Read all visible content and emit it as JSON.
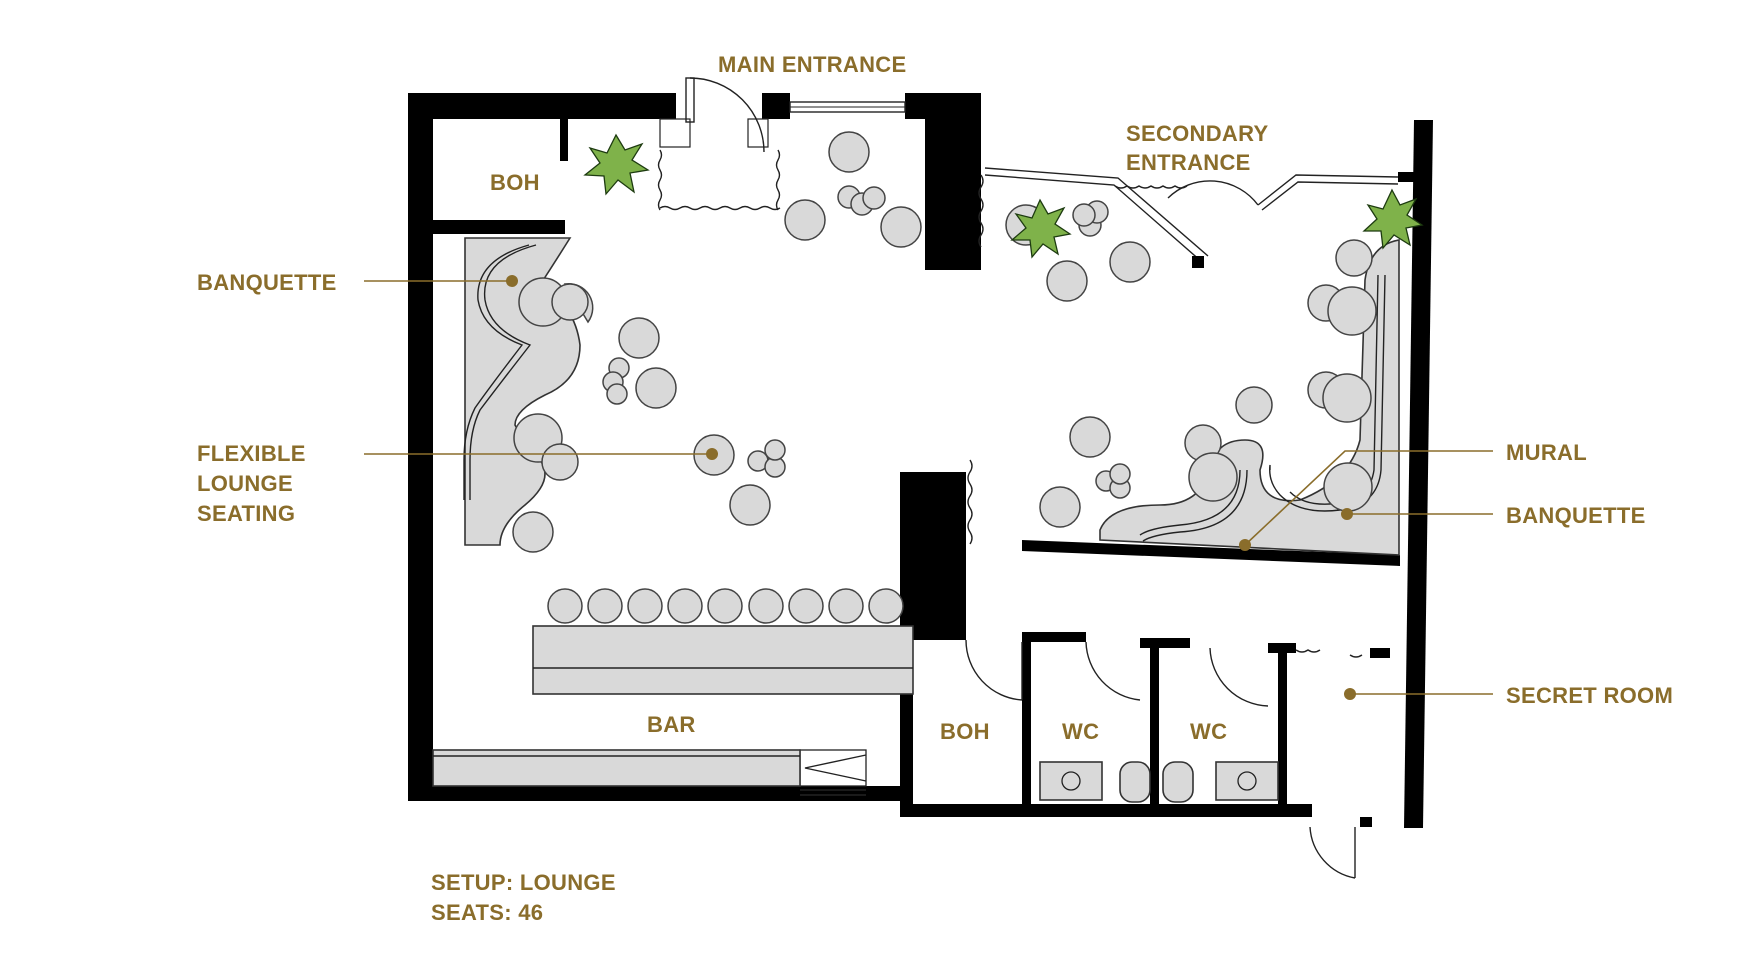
{
  "labels": {
    "main_entrance": "MAIN ENTRANCE",
    "secondary_entrance_1": "SECONDARY",
    "secondary_entrance_2": "ENTRANCE",
    "boh_top": "BOH",
    "banquette_left": "BANQUETTE",
    "flexible_1": "FLEXIBLE",
    "flexible_2": "LOUNGE",
    "flexible_3": "SEATING",
    "mural": "MURAL",
    "banquette_right": "BANQUETTE",
    "secret_room": "SECRET ROOM",
    "bar": "BAR",
    "boh_bottom": "BOH",
    "wc_1": "WC",
    "wc_2": "WC"
  },
  "footer": {
    "setup": "SETUP: LOUNGE",
    "seats": "SEATS: 46"
  },
  "colors": {
    "label": "#8a6d2b",
    "wall": "#000000",
    "furniture": "#d9d9d9",
    "plant": "#7fb24a"
  }
}
